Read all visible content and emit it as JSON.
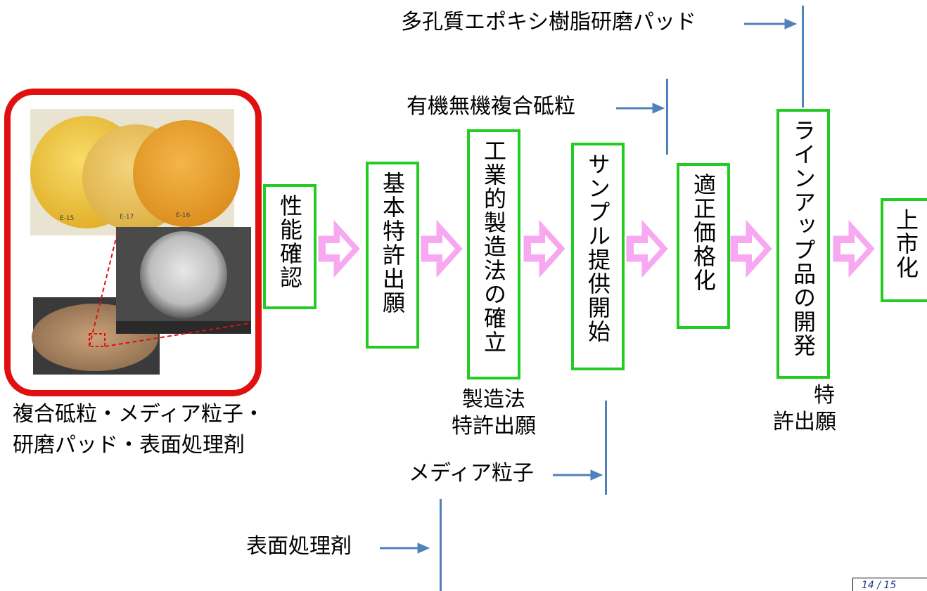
{
  "product_box": {
    "caption_line1": "複合砥粒・メディア粒子・",
    "caption_line2": "研磨パッド・表面処理剤",
    "pad_labels": [
      "E-15",
      "E-17",
      "E-16"
    ]
  },
  "stages": [
    "性能確認",
    "基本特許出願",
    "工業的製造法の確立",
    "サンプル提供開始",
    "適正価格化",
    "ラインアップ品の開発",
    "上市化"
  ],
  "notes": {
    "manufacturing_patent_line1": "製造法",
    "manufacturing_patent_line2": "特許出願",
    "patent_line1": "特",
    "patent_line2": "許出願"
  },
  "product_markers": {
    "porous_pad": "多孔質エポキシ樹脂研磨パッド",
    "composite_abrasive": "有機無機複合砥粒",
    "media_particle": "メディア粒子",
    "surface_agent": "表面処理剤"
  },
  "page_number": "14 / 15",
  "colors": {
    "stage_border": "#22cc22",
    "arrow_fill": "#f7a8f0",
    "marker_line": "#4f81bd",
    "frame": "#e01010"
  }
}
